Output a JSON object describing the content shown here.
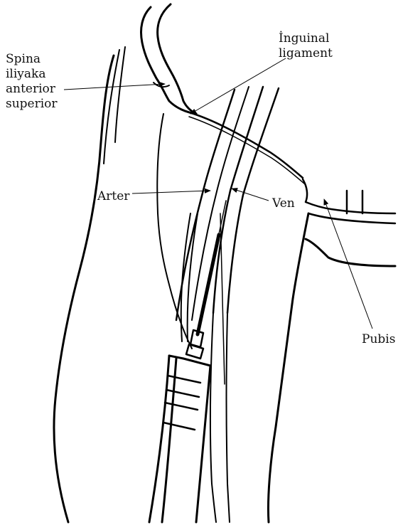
{
  "labels": {
    "spina": [
      "Spina",
      "iliyaka",
      "anterior",
      "superior"
    ],
    "inguinal": [
      "İnguinal",
      "ligament"
    ],
    "arter": "Arter",
    "ven": "Ven",
    "pubis": "Pubis"
  },
  "colors": {
    "ink": "#000000",
    "background": "#ffffff"
  }
}
